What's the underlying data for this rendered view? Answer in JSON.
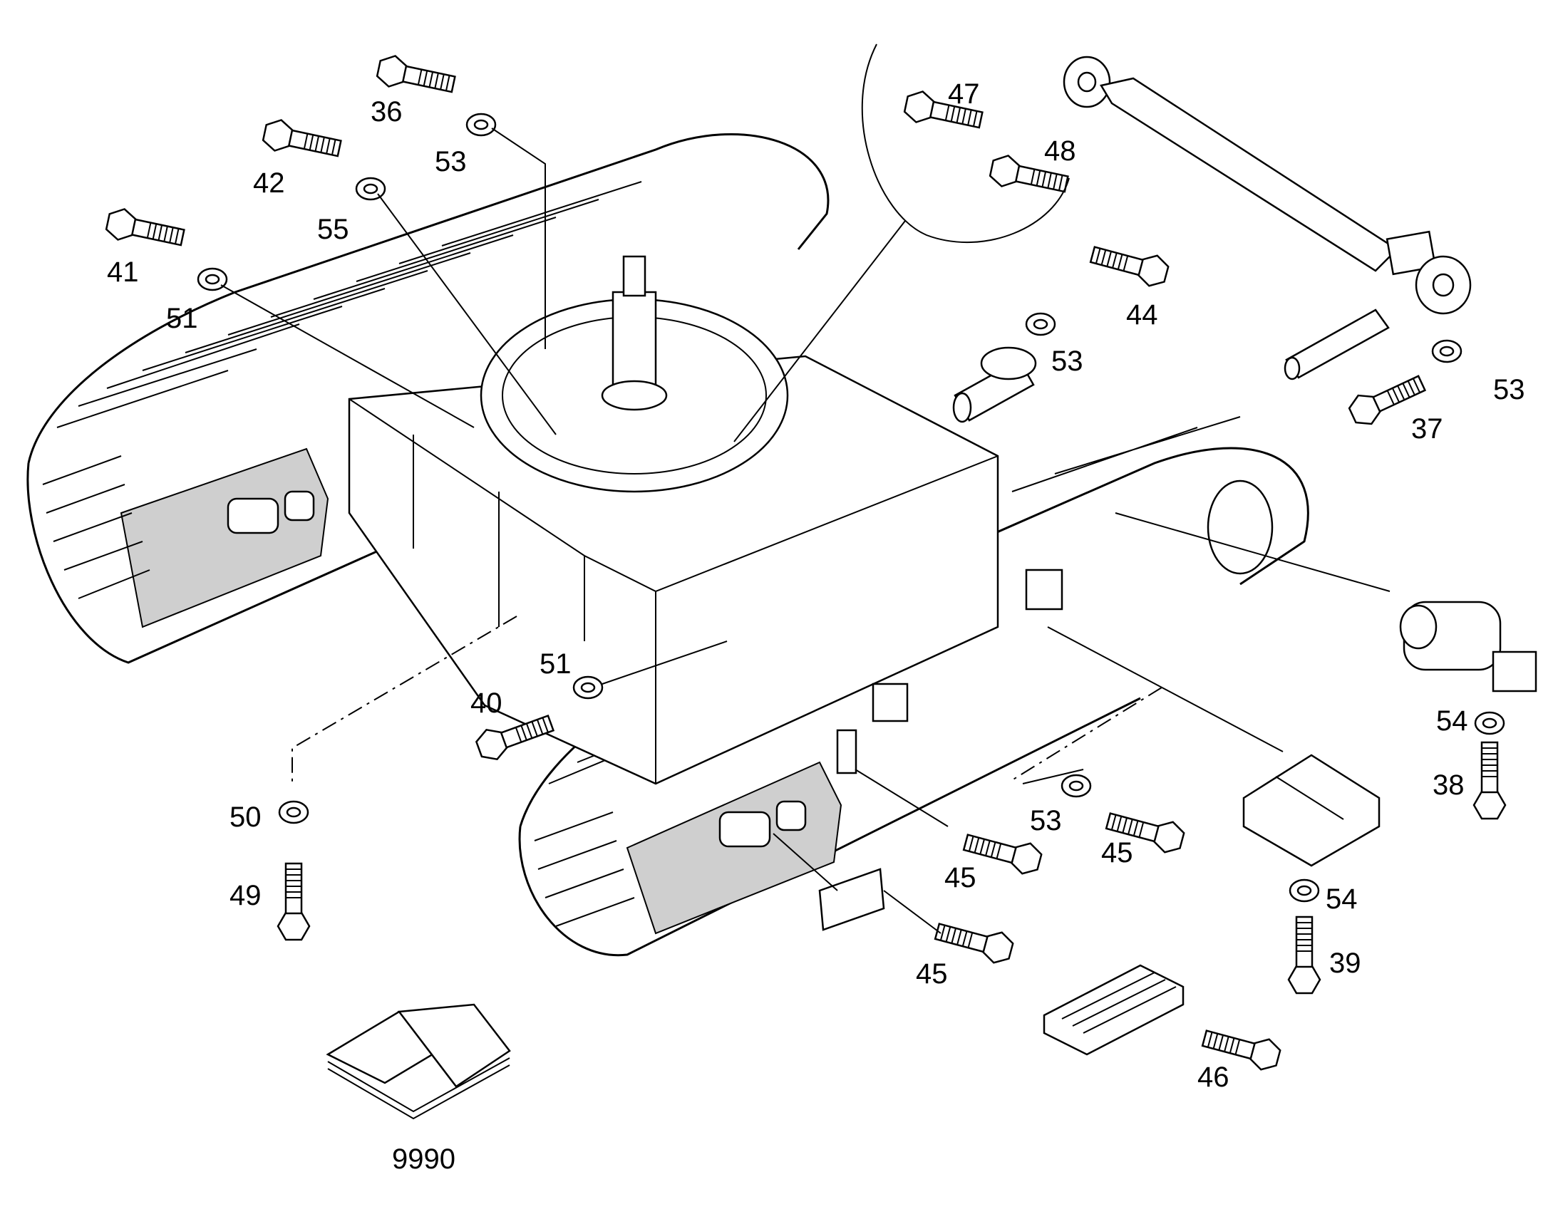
{
  "callouts": [
    {
      "key": "36",
      "text": "36"
    },
    {
      "key": "53a",
      "text": "53"
    },
    {
      "key": "42",
      "text": "42"
    },
    {
      "key": "55",
      "text": "55"
    },
    {
      "key": "41",
      "text": "41"
    },
    {
      "key": "51a",
      "text": "51"
    },
    {
      "key": "47",
      "text": "47"
    },
    {
      "key": "48",
      "text": "48"
    },
    {
      "key": "44",
      "text": "44"
    },
    {
      "key": "53b",
      "text": "53"
    },
    {
      "key": "53c",
      "text": "53"
    },
    {
      "key": "37",
      "text": "37"
    },
    {
      "key": "51b",
      "text": "51"
    },
    {
      "key": "40",
      "text": "40"
    },
    {
      "key": "50",
      "text": "50"
    },
    {
      "key": "49",
      "text": "49"
    },
    {
      "key": "54a",
      "text": "54"
    },
    {
      "key": "38",
      "text": "38"
    },
    {
      "key": "53d",
      "text": "53"
    },
    {
      "key": "45a",
      "text": "45"
    },
    {
      "key": "45b",
      "text": "45"
    },
    {
      "key": "54b",
      "text": "54"
    },
    {
      "key": "39",
      "text": "39"
    },
    {
      "key": "45c",
      "text": "45"
    },
    {
      "key": "46",
      "text": "46"
    },
    {
      "key": "9990",
      "text": "9990"
    }
  ]
}
